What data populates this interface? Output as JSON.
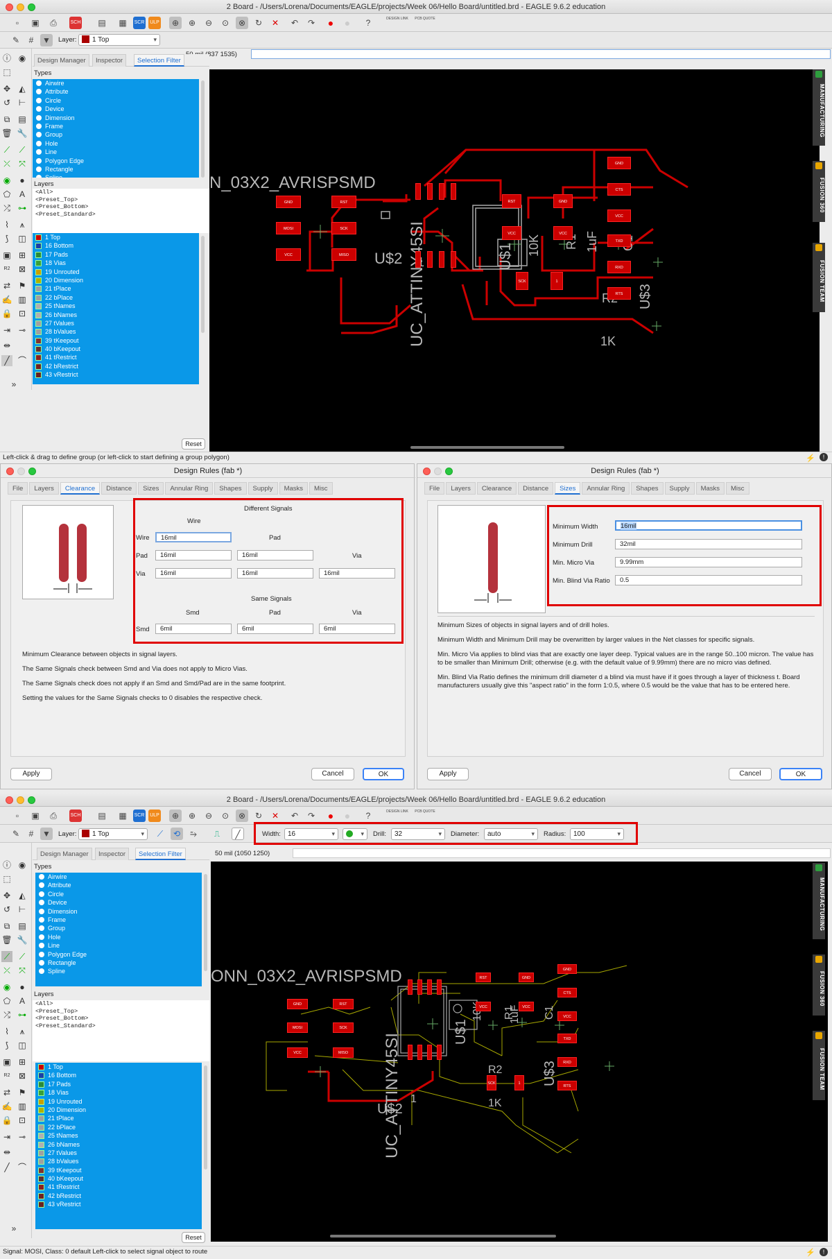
{
  "window1": {
    "title": "2 Board - /Users/Lorena/Documents/EAGLE/projects/Week 06/Hello Board/untitled.brd - EAGLE 9.6.2 education",
    "layer_label": "Layer:",
    "layer_value": "1 Top",
    "coord": "50 mil (837 1535)",
    "status": "Left-click & drag to define group (or left-click to start defining a group polygon)"
  },
  "window2": {
    "title": "2 Board - /Users/Lorena/Documents/EAGLE/projects/Week 06/Hello Board/untitled.brd - EAGLE 9.6.2 education",
    "layer_label": "Layer:",
    "layer_value": "1 Top",
    "coord": "50 mil (1050 1250)",
    "status": "Signal: MOSI, Class: 0 default Left-click to select signal object to route",
    "route": {
      "width_label": "Width:",
      "width": "16",
      "drill_label": "Drill:",
      "drill": "32",
      "diameter_label": "Diameter:",
      "diameter": "auto",
      "radius_label": "Radius:",
      "radius": "100"
    }
  },
  "toolbar_text": {
    "design_link": "DESIGN LINK",
    "pcb_quote": "PCB QUOTE",
    "scr": "SCR",
    "ulp": "ULP"
  },
  "panel": {
    "tabs": [
      "Design Manager",
      "Inspector",
      "Selection Filter"
    ],
    "types_label": "Types",
    "types": [
      "Airwire",
      "Attribute",
      "Circle",
      "Device",
      "Dimension",
      "Frame",
      "Group",
      "Hole",
      "Line",
      "Polygon Edge",
      "Rectangle",
      "Spline"
    ],
    "layers_label": "Layers",
    "presets": [
      "<All>",
      "<Preset_Top>",
      "<Preset_Bottom>",
      "<Preset_Standard>"
    ],
    "layers": [
      "1 Top",
      "16 Bottom",
      "17 Pads",
      "18 Vias",
      "19 Unrouted",
      "20 Dimension",
      "21 tPlace",
      "22 bPlace",
      "25 tNames",
      "26 bNames",
      "27 tValues",
      "28 bValues",
      "39 tKeepout",
      "40 bKeepout",
      "41 tRestrict",
      "42 bRestrict",
      "43 vRestrict"
    ],
    "reset": "Reset"
  },
  "side_tabs": [
    "MANUFACTURING",
    "FUSION 360",
    "FUSION TEAM"
  ],
  "board": {
    "conn": "N_03X2_AVRISPSMD",
    "conn2": "ONN_03X2_AVRISPSMD",
    "u2": "U$2",
    "u1": "U$1",
    "u3": "U$3",
    "uc": "UC_ATTINY45SI",
    "r1": "R1",
    "c1": "C1",
    "r2": "R2",
    "v10k": "10K",
    "v1uf": "1uF",
    "v1k": "1K",
    "one": "1",
    "isp_pads": [
      "GND",
      "RST",
      "MOSI",
      "SCK",
      "VCC",
      "MISO"
    ],
    "ftdi_pads": [
      "GND",
      "CTS",
      "VCC",
      "TXD",
      "RXD",
      "RTS"
    ],
    "r1_pads": [
      "RST",
      "VCC"
    ],
    "c1_pads": [
      "GND",
      "VCC"
    ],
    "r2_pads": [
      "SCK",
      "1"
    ]
  },
  "dlg_title": "Design Rules (fab *)",
  "dlg_tabs": [
    "File",
    "Layers",
    "Clearance",
    "Distance",
    "Sizes",
    "Annular Ring",
    "Shapes",
    "Supply",
    "Masks",
    "Misc"
  ],
  "clearance": {
    "diff_signals": "Different Signals",
    "wire": "Wire",
    "pad": "Pad",
    "via": "Via",
    "smd": "Smd",
    "same_signals": "Same Signals",
    "wire_wire": "16mil",
    "pad_wire": "16mil",
    "pad_pad": "16mil",
    "via_wire": "16mil",
    "via_pad": "16mil",
    "via_via": "16mil",
    "smd_smd": "6mil",
    "smd_pad": "6mil",
    "smd_via": "6mil",
    "desc": [
      "Minimum Clearance between objects in signal layers.",
      "The Same Signals check between Smd and Via does not apply to Micro Vias.",
      "The Same Signals check does not apply if an Smd and Smd/Pad are in the same footprint.",
      "Setting the values for the Same Signals checks to 0 disables the respective check."
    ]
  },
  "sizes": {
    "min_width_label": "Minimum Width",
    "min_width": "16mil",
    "min_drill_label": "Minimum Drill",
    "min_drill": "32mil",
    "micro_via_label": "Min. Micro Via",
    "micro_via": "9.99mm",
    "blind_ratio_label": "Min. Blind Via Ratio",
    "blind_ratio": "0.5",
    "desc": [
      "Minimum Sizes of objects in signal layers and of drill holes.",
      "Minimum Width and Minimum Drill may be overwritten by larger values in the Net classes for specific signals.",
      "Min. Micro Via applies to blind vias that are exactly one layer deep. Typical values are in the range 50..100 micron. The value has to be smaller than Minimum Drill; otherwise (e.g. with the default value of 9.99mm) there are no micro vias defined.",
      "Min. Blind Via Ratio defines the minimum drill diameter d a blind via must have if it goes through a layer of thickness t. Board manufacturers usually give this \"aspect ratio\" in the form 1:0.5, where 0.5 would be the value that has to be entered here."
    ]
  },
  "buttons": {
    "apply": "Apply",
    "cancel": "Cancel",
    "ok": "OK"
  }
}
